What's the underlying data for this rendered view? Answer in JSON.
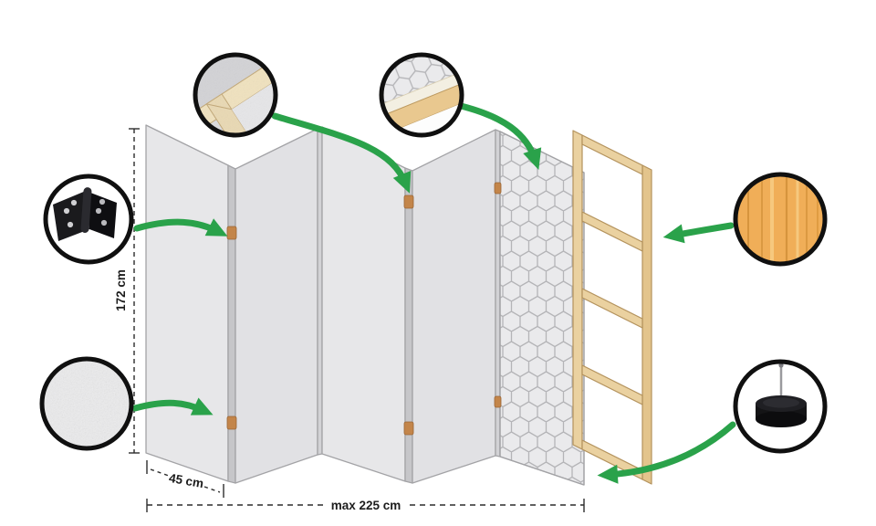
{
  "diagram": {
    "type": "product-construction-diagram",
    "subject": "five-panel folding room divider screen with printed front, wooden frame and detail callouts",
    "dimensions": {
      "height_label": "172 cm",
      "panel_width_label": "45 cm",
      "total_width_label": "max 225 cm"
    },
    "callouts": [
      {
        "icon": "frame-corner-icon",
        "meaning": "wooden frame corner under stretched fabric"
      },
      {
        "icon": "printed-corner-icon",
        "meaning": "printed geometric fabric corner over wooden slat"
      },
      {
        "icon": "hinge-icon",
        "meaning": "metal folding hinge"
      },
      {
        "icon": "fabric-texture-icon",
        "meaning": "non-woven fabric texture"
      },
      {
        "icon": "pine-wood-icon",
        "meaning": "natural pine wood"
      },
      {
        "icon": "rubber-foot-icon",
        "meaning": "floor-protecting foot with pin"
      }
    ],
    "colors": {
      "arrow_green": "#2aa24a",
      "panel_gray_light": "#e7e7e9",
      "panel_gray_dark": "#e1e1e4",
      "panel_edge": "#c6c6c9",
      "pattern_line": "#b4b4b7",
      "wood_light": "#ead1a0",
      "wood_outline": "#b3925c",
      "pine_circle": "#f0ae58",
      "outline_black": "#111111"
    }
  }
}
